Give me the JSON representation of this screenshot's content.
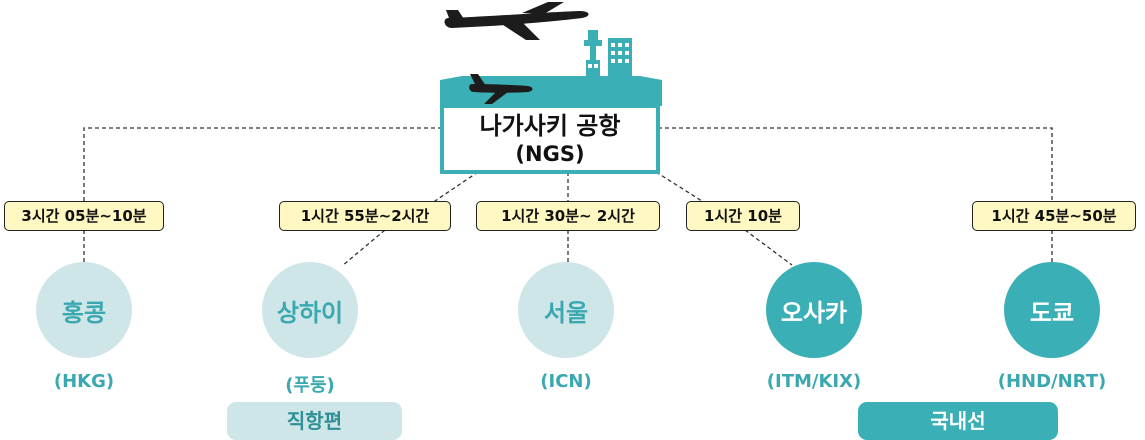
{
  "hub": {
    "name": "나가사키 공항",
    "code": "(NGS)"
  },
  "routes": [
    {
      "time": "3시간 05분~10분",
      "city": "홍콩",
      "code": "(HKG)",
      "style": "light"
    },
    {
      "time": "1시간 55분~2시간",
      "city": "상하이",
      "code": "(푸둥)",
      "style": "light"
    },
    {
      "time": "1시간 30분~ 2시간",
      "city": "서울",
      "code": "(ICN)",
      "style": "light"
    },
    {
      "time": "1시간 10분",
      "city": "오사카",
      "code": "(ITM/KIX)",
      "style": "dark"
    },
    {
      "time": "1시간 45분~50분",
      "city": "도쿄",
      "code": "(HND/NRT)",
      "style": "dark"
    }
  ],
  "groups": {
    "direct": "직항편",
    "domestic": "국내선"
  },
  "icons": {
    "plane_large": "airplane-icon",
    "plane_small": "airplane-icon",
    "tower": "control-tower-icon",
    "building": "airport-building-icon"
  },
  "colors": {
    "teal": "#3aafb5",
    "light_teal": "#cfe6e8",
    "label_fill": "#fff8c2"
  }
}
